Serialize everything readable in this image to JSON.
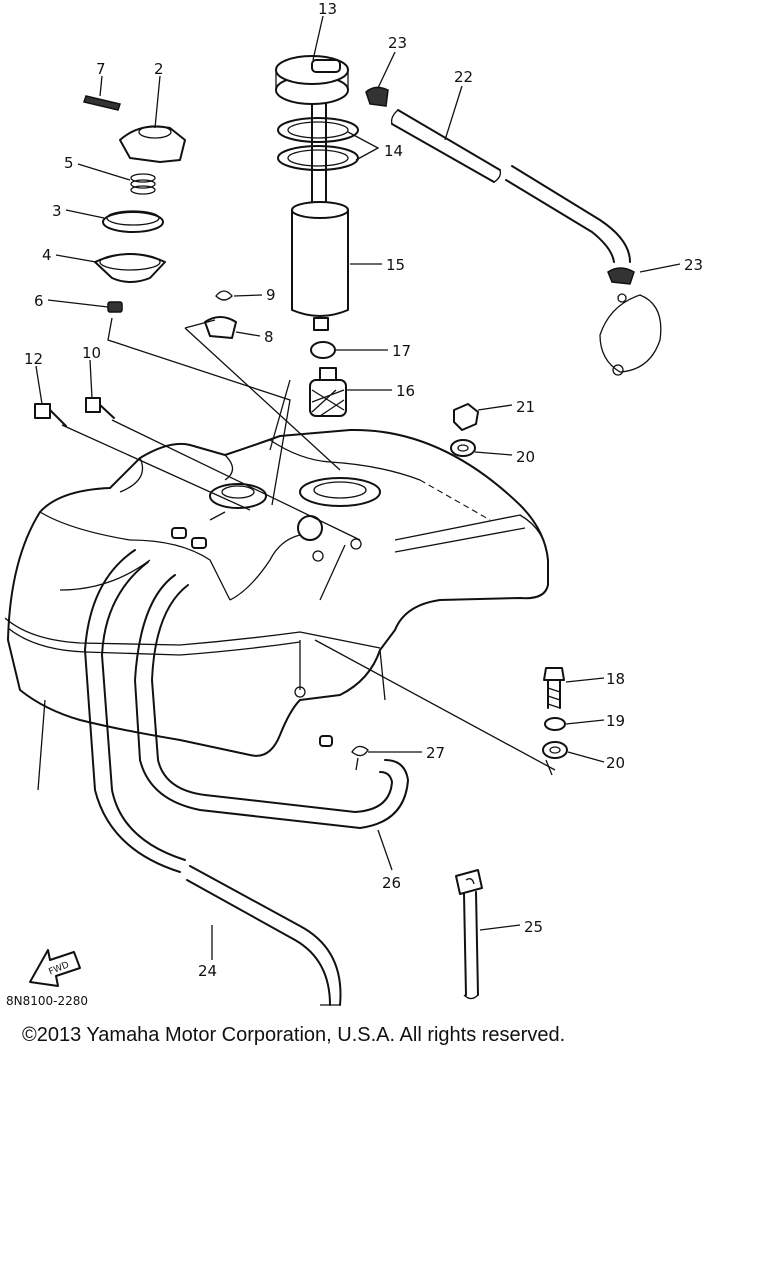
{
  "diagram": {
    "callouts": [
      "13",
      "23",
      "22",
      "7",
      "2",
      "5",
      "14",
      "3",
      "4",
      "15",
      "9",
      "6",
      "8",
      "23",
      "17",
      "12",
      "10",
      "16",
      "21",
      "20",
      "18",
      "19",
      "20",
      "27",
      "26",
      "25",
      "24"
    ],
    "fwd_arrow_text": "FWD",
    "drawing_code": "8N8100-2280"
  },
  "footer": {
    "copyright": "©2013 Yamaha Motor Corporation, U.S.A. All rights reserved."
  }
}
